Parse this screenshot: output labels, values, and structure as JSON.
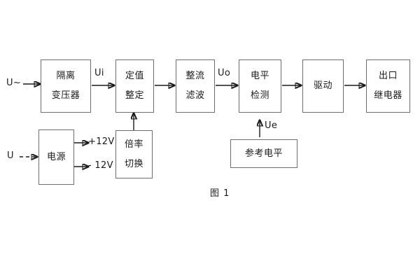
{
  "figure": {
    "caption": "图 1",
    "stroke_color": "#1a1a1a",
    "box_border_color": "#6e6e72",
    "background": "#ffffff"
  },
  "blocks": {
    "isolation_transformer": {
      "line1": "隔离",
      "line2": "变压器"
    },
    "setting_value": {
      "line1": "定值",
      "line2": "整定"
    },
    "rectify_filter": {
      "line1": "整流",
      "line2": "滤波"
    },
    "level_detect": {
      "line1": "电平",
      "line2": "检测"
    },
    "drive": {
      "line1": "驱动"
    },
    "output_relay": {
      "line1": "出口",
      "line2": "继电器"
    },
    "power_supply": {
      "line1": "电源"
    },
    "ratio_switch": {
      "line1": "倍率",
      "line2": "切换"
    },
    "reference_level": {
      "line1": "参考电平"
    }
  },
  "signals": {
    "input_ac": "U~",
    "input_dc": "U",
    "ui": "Ui",
    "uo": "Uo",
    "ue": "Ue",
    "rail_positive": "+12V",
    "rail_negative": "- 12V"
  }
}
